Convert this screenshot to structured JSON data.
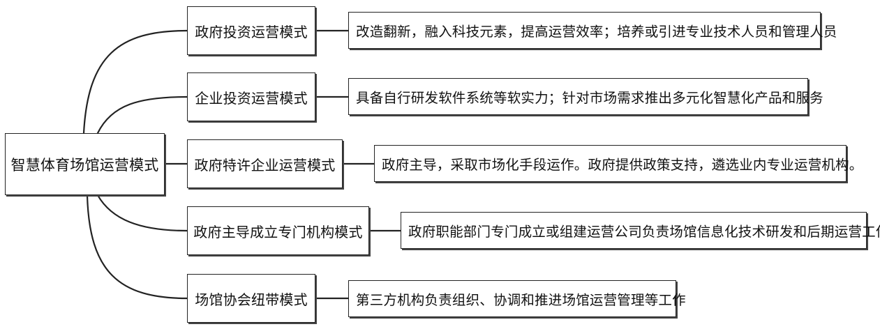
{
  "root": {
    "label": "智慧体育场馆运营模式"
  },
  "branches": [
    {
      "mode": "政府投资运营模式",
      "description": "改造翻新，融入科技元素，提高运营效率；培养或引进专业技术人员和管理人员"
    },
    {
      "mode": "企业投资运营模式",
      "description": "具备自行研发软件系统等软实力；针对市场需求推出多元化智慧化产品和服务"
    },
    {
      "mode": "政府特许企业运营模式",
      "description": "政府主导，采取市场化手段运作。政府提供政策支持，遴选业内专业运营机构。"
    },
    {
      "mode": "政府主导成立专门机构模式",
      "description": "政府职能部门专门成立或组建运营公司负责场馆信息化技术研发和后期运营工作"
    },
    {
      "mode": "场馆协会纽带模式",
      "description": "第三方机构负责组织、协调和推进场馆运营管理等工作"
    }
  ]
}
